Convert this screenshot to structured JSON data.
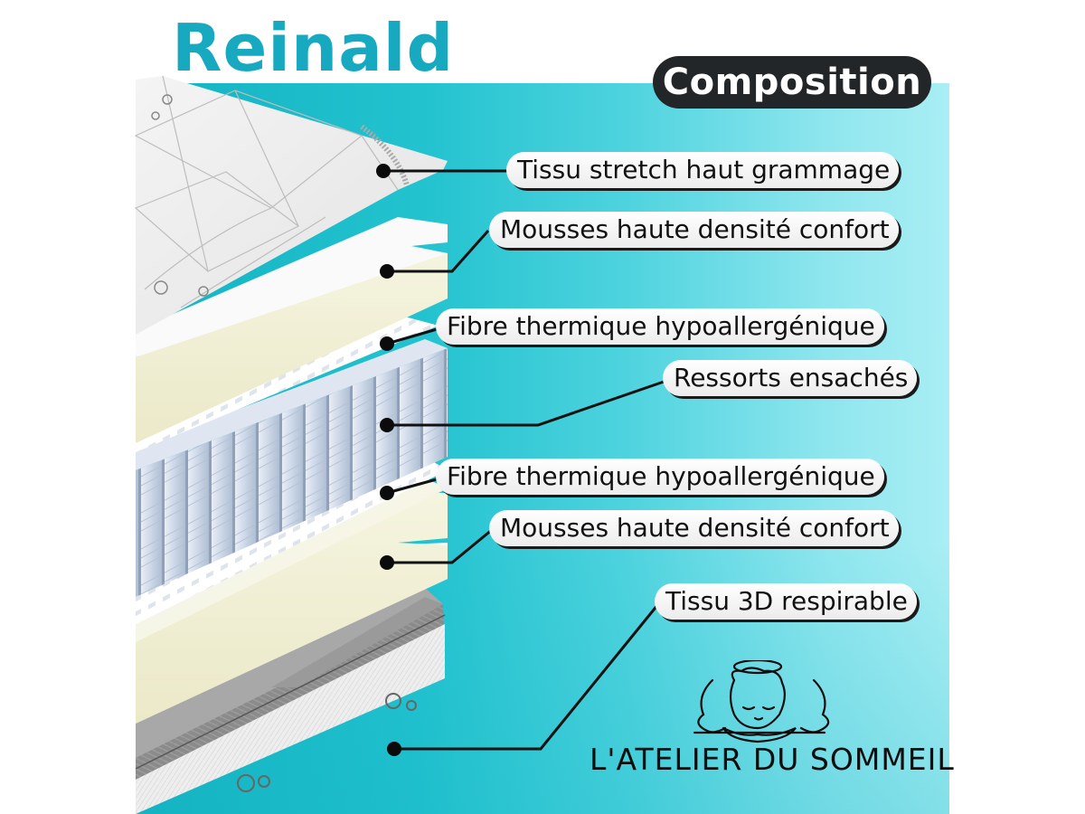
{
  "header": {
    "title": "Reinald",
    "badge": "Composition"
  },
  "colors": {
    "title_teal": "#17a9bf",
    "panel_teal_start": "#14b3c2",
    "panel_teal_end": "#a9eef4",
    "badge_bg": "#222629",
    "label_bg": "#f2f2f2",
    "connector": "#111111"
  },
  "layers": [
    {
      "label": "Tissu stretch haut grammage"
    },
    {
      "label": "Mousses haute densité confort"
    },
    {
      "label": "Fibre thermique hypoallergénique"
    },
    {
      "label": "Ressorts ensachés"
    },
    {
      "label": "Fibre thermique hypoallergénique"
    },
    {
      "label": "Mousses haute densité confort"
    },
    {
      "label": "Tissu 3D respirable"
    }
  ],
  "brand": {
    "name": "L'ATELIER DU SOMMEIL",
    "logo_icon": "sleeping-angel-icon"
  }
}
